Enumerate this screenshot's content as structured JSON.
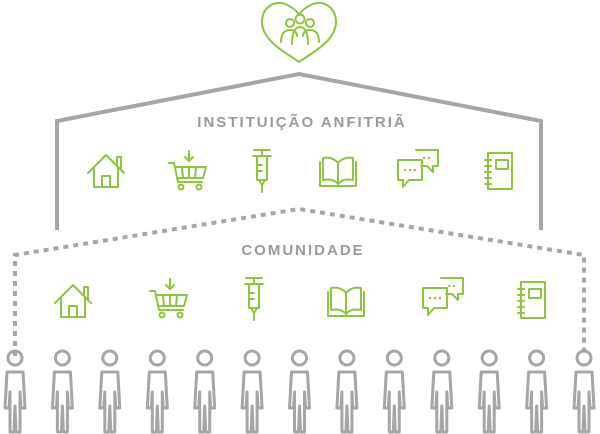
{
  "host": {
    "title": "INSTITUIÇÃO ANFITRIÃ",
    "icons": [
      "house-icon",
      "shopping-cart-icon",
      "syringe-icon",
      "open-book-icon",
      "chat-bubbles-icon",
      "notebook-icon"
    ]
  },
  "community": {
    "title": "COMUNIDADE",
    "icons": [
      "house-icon",
      "shopping-cart-icon",
      "syringe-icon",
      "open-book-icon",
      "chat-bubbles-icon",
      "notebook-icon"
    ]
  },
  "people_count": 13,
  "heart_icon": "heart-people-icon",
  "colors": {
    "accent": "#8cc63f",
    "structure": "#a6a6a6",
    "text": "#9a9a9a"
  }
}
